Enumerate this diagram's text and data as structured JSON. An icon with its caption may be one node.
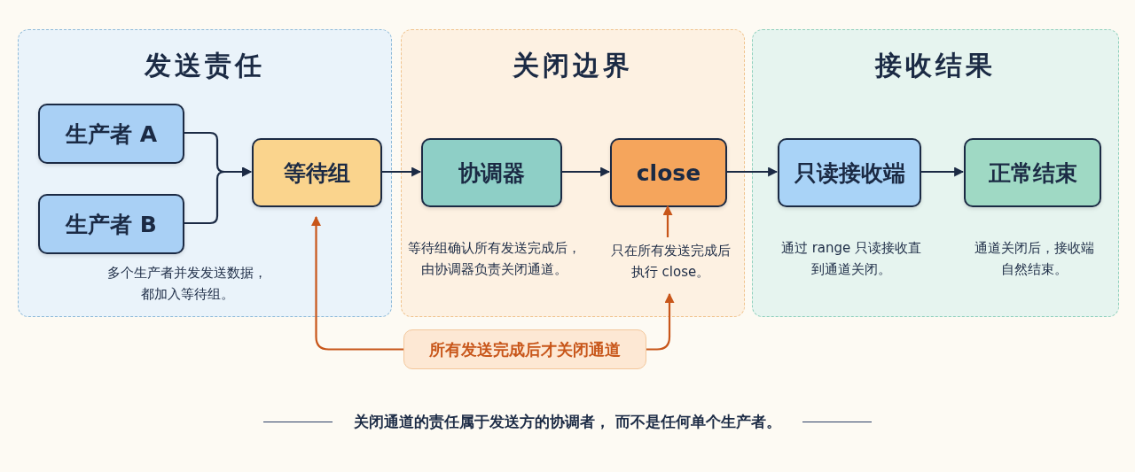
{
  "diagram": {
    "caption": "关闭通道的责任属于发送方的协调者， 而不是任何单个生产者。",
    "nodes": [
      {
        "text": [
          "发送责任",
          "多个生产者并发发送数据，都加入等待组。"
        ]
      },
      {
        "text": [
          "生产者 A"
        ],
        "in": 0
      },
      {
        "text": [
          "生产者 B"
        ],
        "in": 0
      },
      {
        "text": [
          "等待组"
        ],
        "in": 0
      },
      {
        "text": [
          "关闭边界"
        ]
      },
      {
        "text": [
          "协调器"
        ],
        "in": 4,
        "beside": [
          "等待组确认所有发送完成后，由协调器负责关闭通道。"
        ]
      },
      {
        "text": [
          "close"
        ],
        "in": 4
      },
      {
        "text": [
          "只在所有发送完成后执行 close。"
        ],
        "in": 4
      },
      {
        "text": [
          "接收结果"
        ]
      },
      {
        "text": [
          "只读接收端"
        ],
        "in": 8,
        "beside": [
          "通过 range 只读接收直到通道关闭。"
        ]
      },
      {
        "text": [
          "正常结束"
        ],
        "in": 8,
        "beside": [
          "通道关闭后，接收端自然结束。"
        ]
      },
      {
        "text": [
          "所有发送完成后才关闭通道"
        ]
      }
    ],
    "edges": [
      {
        "from": 1,
        "to": 3,
        "arrow": "to"
      },
      {
        "from": 2,
        "to": 3,
        "arrow": "to"
      },
      {
        "from": 3,
        "to": 5,
        "arrow": "to"
      },
      {
        "from": 5,
        "to": 6,
        "arrow": "to"
      },
      {
        "from": 6,
        "to": 9,
        "arrow": "to"
      },
      {
        "from": 9,
        "to": 10,
        "arrow": "to"
      },
      {
        "from": 11,
        "to": 3,
        "arrow": "to",
        "color": "#c8561a"
      },
      {
        "from": 11,
        "to": 7,
        "arrow": "to",
        "color": "#c8561a"
      },
      {
        "from": 7,
        "to": 6,
        "arrow": "to",
        "color": "#c8561a"
      }
    ]
  }
}
